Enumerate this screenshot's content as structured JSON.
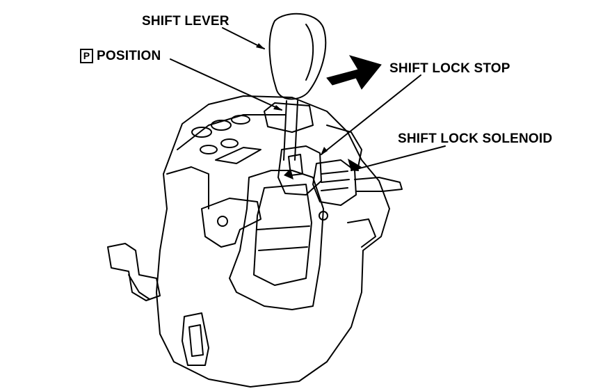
{
  "labels": {
    "shift_lever": "SHIFT LEVER",
    "p_symbol": "P",
    "p_position": "POSITION",
    "shift_lock_stop": "SHIFT LOCK STOP",
    "shift_lock_solenoid": "SHIFT LOCK SOLENOID"
  },
  "colors": {
    "ink": "#000000",
    "paper": "#ffffff"
  }
}
